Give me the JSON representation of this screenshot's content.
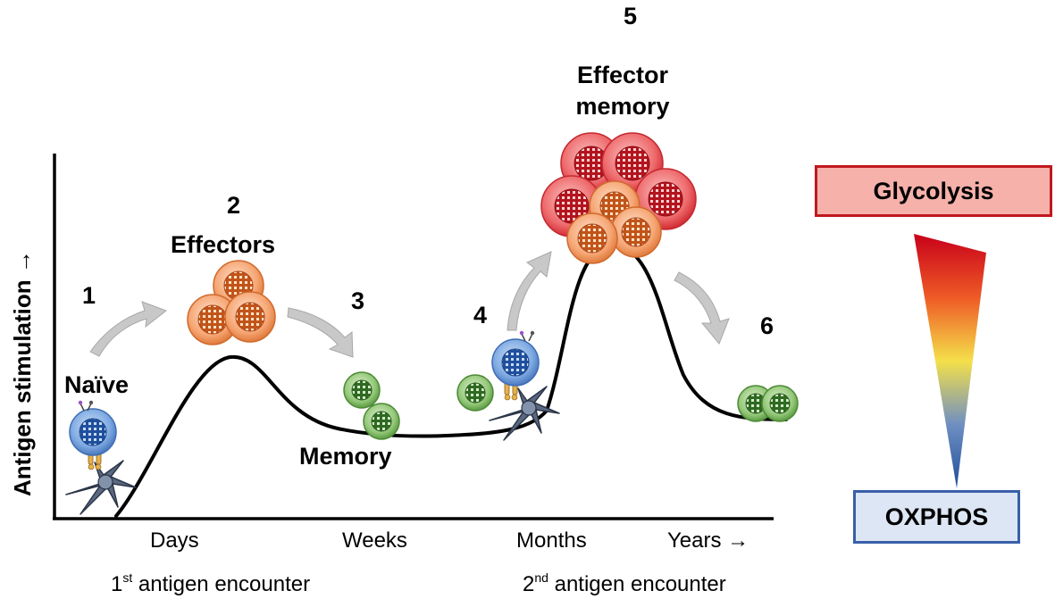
{
  "y_axis_label": "Antigen stimulation →",
  "x_ticks": [
    "Days",
    "Weeks",
    "Months",
    "Years →"
  ],
  "encounters": {
    "first": {
      "ordinal": "1",
      "superscript": "st",
      "text": " antigen encounter"
    },
    "second": {
      "ordinal": "2",
      "superscript": "nd",
      "text": " antigen encounter"
    }
  },
  "stages": [
    {
      "number": "1",
      "label": "Naïve"
    },
    {
      "number": "2",
      "label": "Effectors"
    },
    {
      "number": "3",
      "label": "Memory"
    },
    {
      "number": "4",
      "label": ""
    },
    {
      "number": "5",
      "label_line1": "Effector",
      "label_line2": "memory"
    },
    {
      "number": "6",
      "label": ""
    }
  ],
  "metabolism": {
    "top": "Glycolysis",
    "bottom": "OXPHOS",
    "colors": {
      "high": "#c8001a",
      "mid": "#f4e04a",
      "low": "#1f4e9a",
      "glycolysis_fill": "#f4a9a3",
      "glycolysis_border": "#c0181e",
      "oxphos_fill": "#dde6f4",
      "oxphos_border": "#3a5fa8"
    }
  },
  "cell_colors": {
    "naive": "#5b8fd6",
    "effector": "#f2955e",
    "effector_memory": "#e8484e",
    "memory": "#6fb255",
    "dendritic": "#55647a",
    "arrow": "#c4c4c4"
  }
}
